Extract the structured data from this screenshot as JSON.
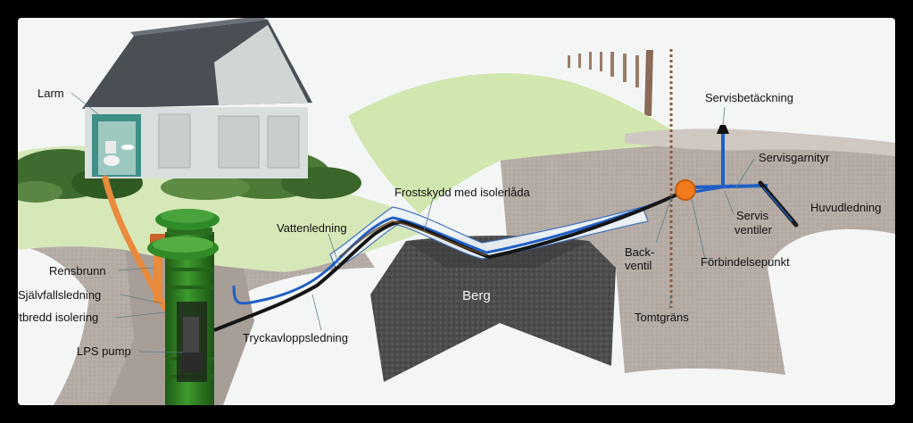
{
  "labels": {
    "larm": "Larm",
    "rensbrunn": "Rensbrunn",
    "sjalvfall": "Självfallsledning",
    "isolering": "Utbredd isolering",
    "lps": "LPS pump",
    "vatten": "Vattenledning",
    "frost": "Frostskydd med isolerlåda",
    "tryck": "Tryckavloppsledning",
    "berg": "Berg",
    "back1": "Back-",
    "back2": "ventil",
    "tomt": "Tomtgräns",
    "servisbet": "Servisbetäckning",
    "servisgarn": "Servisgarnityr",
    "servis1": "Servis",
    "servis2": "ventiler",
    "huvud": "Huvudledning",
    "forbind": "Förbindelsepunkt"
  },
  "colors": {
    "frame": "#000000",
    "sky": "#f4f6f6",
    "grass": "#d3e6b4",
    "soil": "#b3aaa4",
    "rock": "#4a4a4a",
    "pump_body": "#2f7a23",
    "water_pipe": "#1f5fc4",
    "pressure_pipe": "#151515",
    "gravity_pipe": "#e98a3c",
    "connection_point": "#f07a1c",
    "property_line": "#8a5a3a"
  }
}
